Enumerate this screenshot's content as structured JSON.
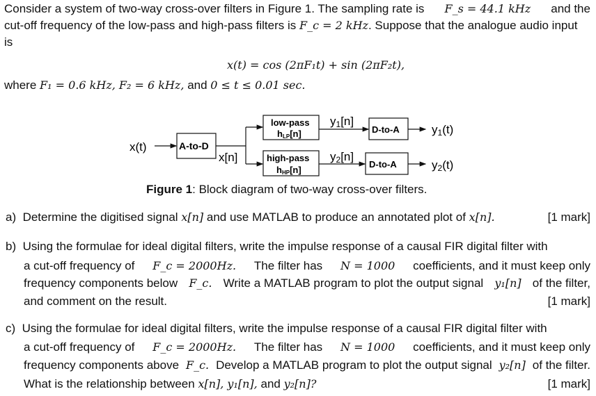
{
  "intro": {
    "l1": "Consider a system of two-way cross-over filters in Figure 1. The sampling rate is",
    "fs": "F_s = 44.1 kHz",
    "l1b": "and the",
    "l2": "cut-off frequency of the low-pass and high-pass filters is",
    "fc": "F_c = 2 kHz",
    "l2b": ". Suppose that the analogue audio input",
    "l3": "is",
    "equation": "x(t) = cos (2πF₁t) + sin (2πF₂t),",
    "where": "where",
    "where_math": "F₁ = 0.6 kHz, F₂ = 6 kHz,",
    "and": "and",
    "range": "0 ≤ t ≤ 0.01 sec."
  },
  "diagram": {
    "input": "x(t)",
    "adc": "A-to-D",
    "xn": "x[n]",
    "lowpass": "low-pass",
    "hlp": "h",
    "hlp_sub": "LP",
    "hlp_tail": "[n]",
    "highpass": "high-pass",
    "hhp": "h",
    "hhp_sub": "HP",
    "hhp_tail": "[n]",
    "y1n": "y",
    "y1n_sub": "1",
    "y1n_tail": "[n]",
    "y2n": "y",
    "y2n_sub": "2",
    "y2n_tail": "[n]",
    "dac1": "D-to-A",
    "dac2": "D-to-A",
    "y1t": "y",
    "y1t_sub": "1",
    "y1t_tail": "(t)",
    "y2t": "y",
    "y2t_sub": "2",
    "y2t_tail": "(t)"
  },
  "caption": {
    "label": "Figure 1",
    "text": ": Block diagram of two-way cross-over filters."
  },
  "qa": {
    "label": "a)",
    "text": "Determine the digitised signal",
    "m1": "x[n]",
    "text2": "and use MATLAB to produce an annotated plot of",
    "m2": "x[n].",
    "mark": "[1 mark]"
  },
  "qb": {
    "label": "b)",
    "l1": "Using the formulae for ideal digital filters, write the impulse response of a causal FIR digital filter with",
    "l2a": "a cut-off frequency of",
    "l2m": "F_c = 2000Hz.",
    "l2b": "The filter has",
    "l2n": "N = 1000",
    "l2c": "coefficients, and it must keep only",
    "l3a": "frequency components below",
    "l3m": "F_c.",
    "l3b": "Write a MATLAB program to plot the output signal",
    "l3y": "y₁[n]",
    "l3c": "of the filter,",
    "l4": "and comment on the result.",
    "mark": "[1 mark]"
  },
  "qc": {
    "label": "c)",
    "l1": "Using the formulae for ideal digital filters, write the impulse response of a causal FIR digital filter with",
    "l2a": "a cut-off frequency of",
    "l2m": "F_c = 2000Hz.",
    "l2b": "The filter has",
    "l2n": "N = 1000",
    "l2c": "coefficients, and it must keep only",
    "l3a": "frequency components above",
    "l3m": "F_c.",
    "l3b": "Develop a MATLAB program to plot the output signal",
    "l3y": "y₂[n]",
    "l3c": "of the filter.",
    "l4a": "What is the relationship between",
    "l4m": "x[n], y₁[n],",
    "l4b": "and",
    "l4y": "y₂[n]?",
    "mark": "[1 mark]"
  }
}
